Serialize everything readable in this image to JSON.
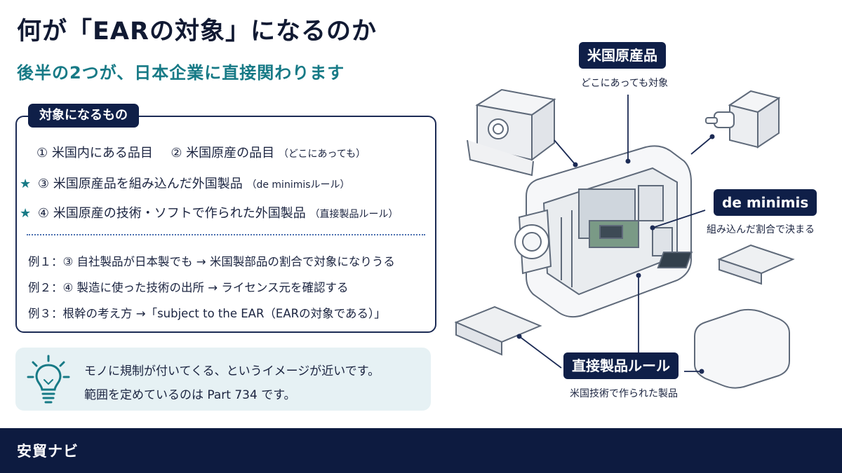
{
  "header": {
    "title": "何が「EARの対象」になるのか",
    "subtitle": "後半の2つが、日本企業に直接関わります"
  },
  "targets": {
    "tag": "対象になるもの",
    "line1": {
      "item1": "① 米国内にある品目",
      "item2": "② 米国原産の品目",
      "item2_note": "（どこにあっても）"
    },
    "item3": {
      "star": "★",
      "text": "③ 米国原産品を組み込んだ外国製品",
      "note": "（de minimisルール）"
    },
    "item4": {
      "star": "★",
      "text": "④ 米国原産の技術・ソフトで作られた外国製品",
      "note": "（直接製品ルール）"
    },
    "examples": [
      "例１：③ 自社製品が日本製でも → 米国製部品の割合で対象になりうる",
      "例２：④ 製造に使った技術の出所 → ライセンス元を確認する",
      "例３：根幹の考え方 →「subject to the EAR（EARの対象である）」"
    ]
  },
  "tip": {
    "icon": "lightbulb-icon",
    "line1": "モノに規制が付いてくる、というイメージが近いです。",
    "line2": "範囲を定めているのは Part 734 です。"
  },
  "callouts": {
    "us_origin": {
      "label": "米国原産品",
      "sub": "どこにあっても対象"
    },
    "de_minimis": {
      "label": "de minimis",
      "sub": "組み込んだ割合で決まる"
    },
    "direct_product": {
      "label": "直接製品ルール",
      "sub": "米国技術で作られた製品"
    }
  },
  "footer": {
    "brand": "安貿ナビ"
  },
  "colors": {
    "navy": "#0f1f48",
    "teal": "#177a86",
    "tip_bg": "#e6f1f4"
  }
}
